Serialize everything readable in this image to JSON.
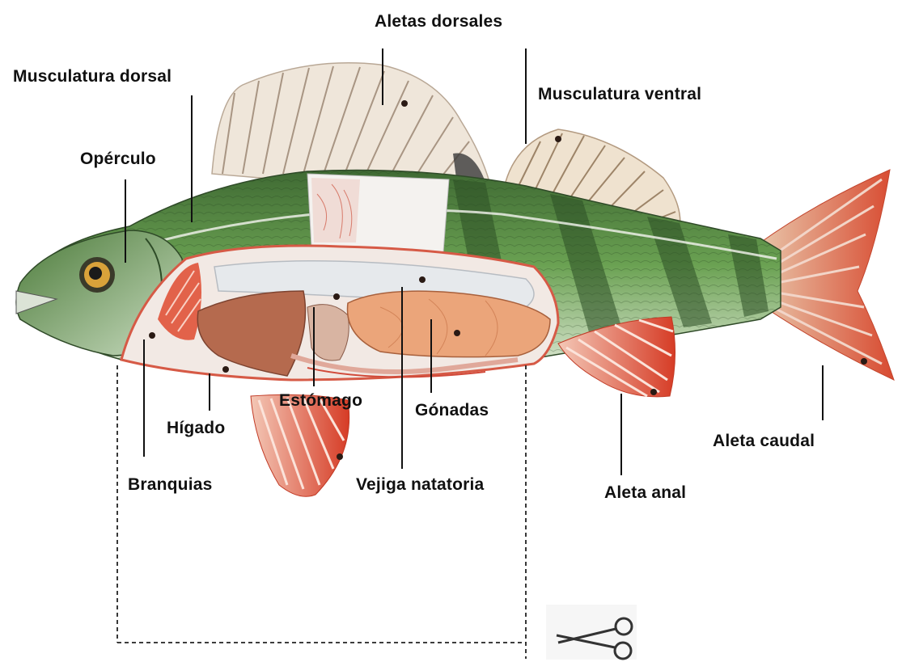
{
  "diagram": {
    "labels": {
      "aletas_dorsales": "Aletas dorsales",
      "musculatura_dorsal": "Musculatura dorsal",
      "musculatura_ventral": "Musculatura ventral",
      "operculo": "Opérculo",
      "estomago": "Estómago",
      "gonadas": "Gónadas",
      "higado": "Hígado",
      "branquias": "Branquias",
      "vejiga_natatoria": "Vejiga natatoria",
      "aleta_anal": "Aleta anal",
      "aleta_caudal": "Aleta caudal"
    },
    "colors": {
      "body_green": "#5e9a4a",
      "dark_band": "#2f5a2a",
      "fin_red": "#d9452e",
      "fin_cream": "#efe6da",
      "organ_brown": "#b5654a",
      "gonad_orange": "#e8a27a",
      "swim_bladder": "#e9ecef"
    },
    "icons": {
      "scissors": "scissors-icon"
    }
  }
}
